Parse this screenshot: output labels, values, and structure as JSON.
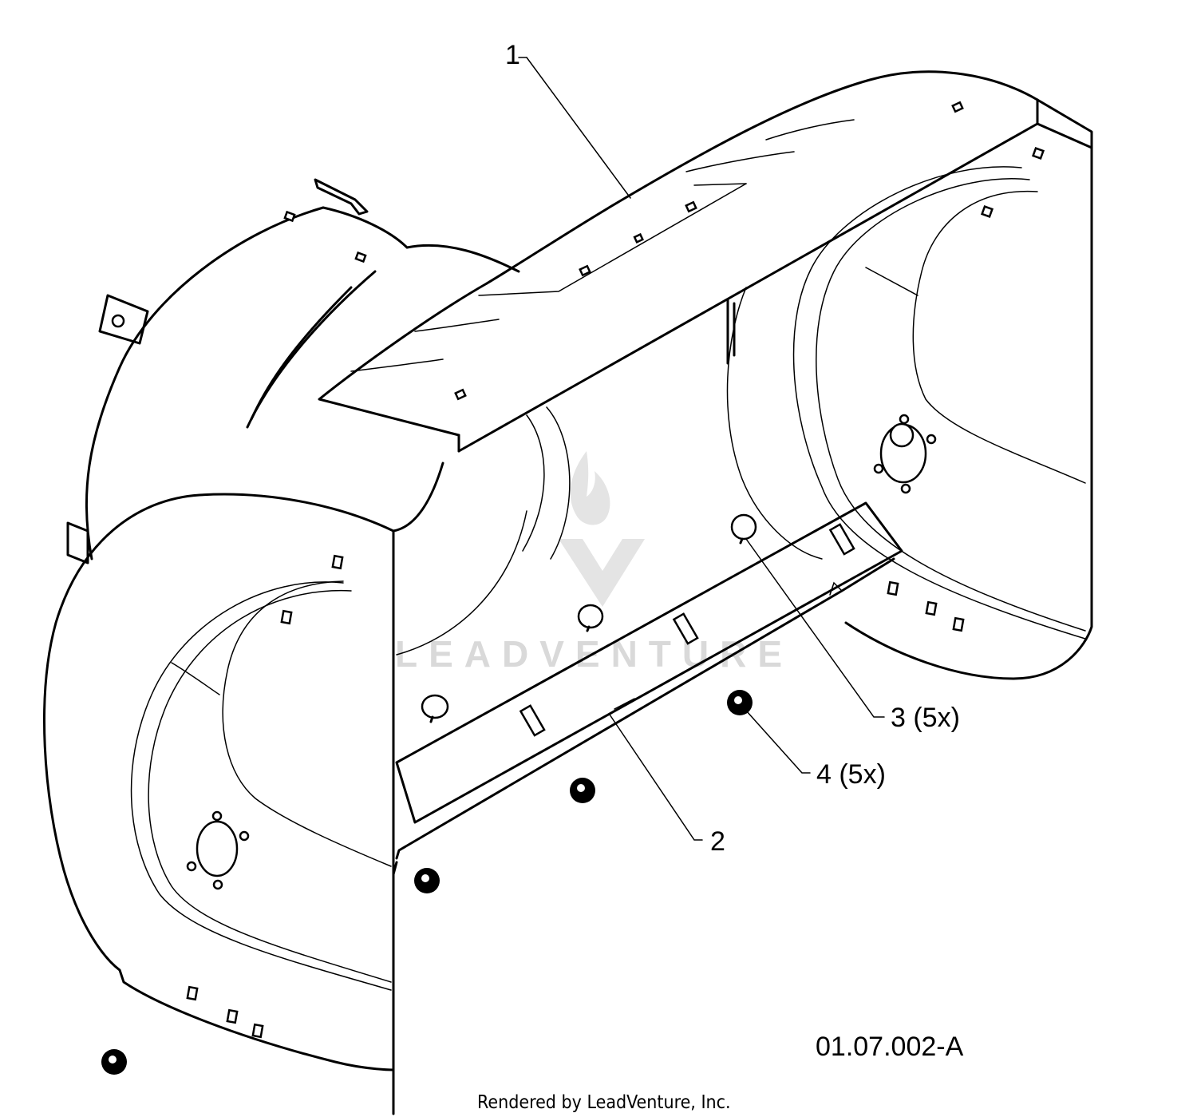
{
  "diagram": {
    "callouts": [
      {
        "id": "1",
        "label": "1"
      },
      {
        "id": "2",
        "label": "2"
      },
      {
        "id": "3",
        "label": "3 (5x)"
      },
      {
        "id": "4",
        "label": "4 (5x)"
      }
    ],
    "figure_id": "01.07.002-A",
    "footer": "Rendered by LeadVenture, Inc.",
    "watermark": "LEADVENTURE"
  }
}
